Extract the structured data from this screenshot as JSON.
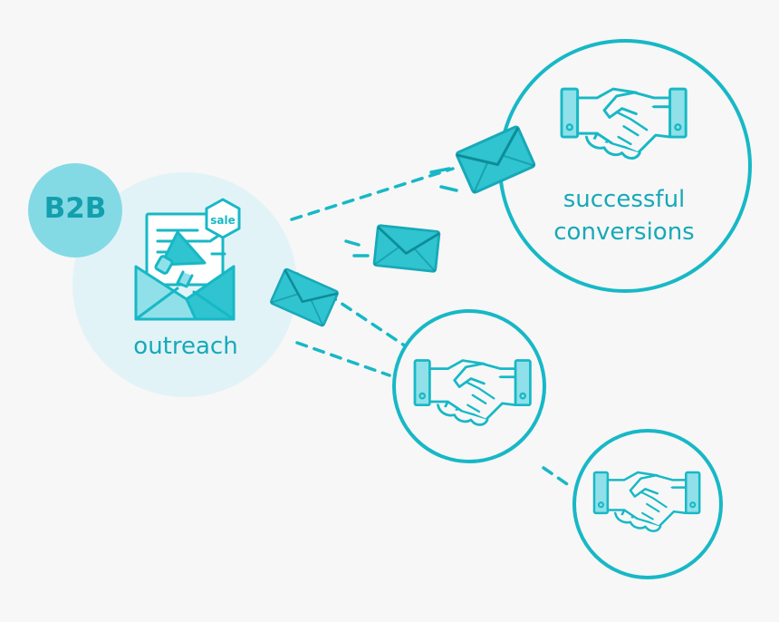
{
  "badge": {
    "text": "B2B"
  },
  "outreach": {
    "label": "outreach",
    "tag": "sale"
  },
  "success": {
    "line1": "successful",
    "line2": "conversions"
  },
  "colors": {
    "background": "#f7f7f7",
    "stroke": "#17b8c6",
    "teal": "#2fc4cf",
    "light_teal": "#8fe0e8",
    "pale_teal": "#e2f3f7",
    "badge": "#83dae5",
    "label": "#17a9b8"
  },
  "icons": [
    "envelope-icon",
    "megaphone-icon",
    "sale-tag-icon",
    "handshake-icon"
  ]
}
